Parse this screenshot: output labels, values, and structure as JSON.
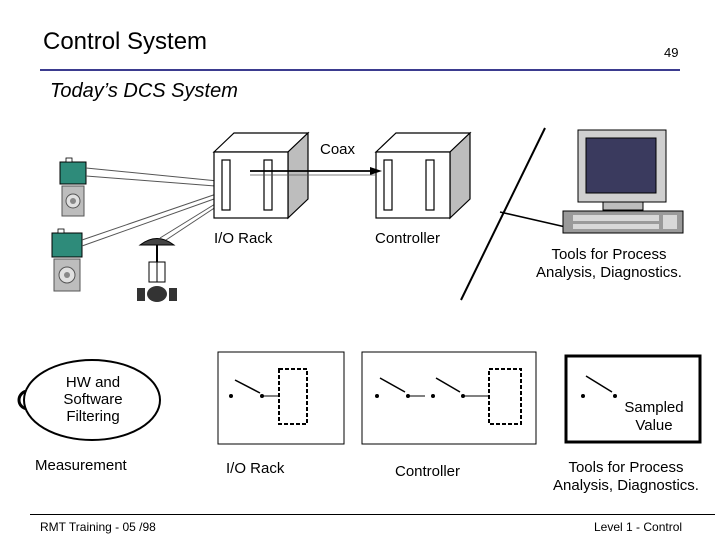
{
  "slide": {
    "title": "Control System",
    "number": "49",
    "subtitle": "Today’s DCS System"
  },
  "top_diagram": {
    "coax_label": "Coax",
    "io_rack_label": "I/O Rack",
    "controller_label": "Controller",
    "tools_label_line1": "Tools for Process",
    "tools_label_line2": "Analysis, Diagnostics."
  },
  "bottom_diagram": {
    "filter_line1": "HW and",
    "filter_line2": "Software",
    "filter_line3": "Filtering",
    "measurement_label": "Measurement",
    "io_rack_label": "I/O Rack",
    "controller_label": "Controller",
    "sampled_line1": "Sampled",
    "sampled_line2": "Value",
    "tools_label_line1": "Tools for Process",
    "tools_label_line2": "Analysis, Diagnostics."
  },
  "footer": {
    "left": "RMT Training  -  05 /98",
    "right": "Level 1 - Control"
  },
  "colors": {
    "transmitter": "#2e8b7a",
    "monitor_screen": "#3a3a5e",
    "accent_rule": "#3b3b8f"
  }
}
